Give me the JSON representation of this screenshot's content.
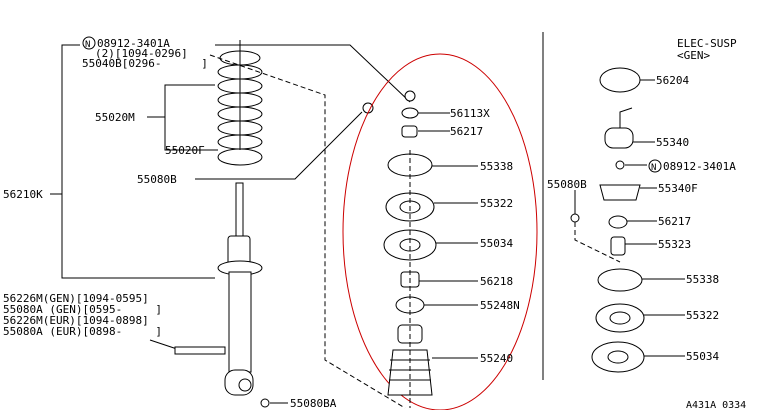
{
  "left": {
    "nut_note": "08912-3401A",
    "nut_qty": "(2)[1094-0296]",
    "nut_alt": "55040B[0296-      ]",
    "spring": "55020M",
    "spring_seat": "55020F",
    "bolt": "55080B",
    "strut_assembly": "56210K",
    "notes": [
      "56226M(GEN)[1094-0595]",
      "55080A (GEN)[0595-     ]",
      "56226M(EUR)[1094-0898]",
      "55080A (EUR)[0898-     ]"
    ],
    "lower_bolt": "55080BA"
  },
  "center": {
    "labels": [
      "56113X",
      "56217",
      "55338",
      "55322",
      "55034",
      "56218",
      "55248N",
      "55240"
    ]
  },
  "right": {
    "title": "ELEC-SUSP",
    "subtitle": "<GEN>",
    "cap": "56204",
    "actuator": "55340",
    "nut_note": "08912-3401A",
    "bolt": "55080B",
    "bracket": "55340F",
    "washer": "56217",
    "bushing": "55323",
    "insulator": "55338",
    "mount": "55322",
    "bumper": "55034"
  },
  "diagram_code": "A431A 0334",
  "colors": {
    "highlight": "#cc0000"
  }
}
